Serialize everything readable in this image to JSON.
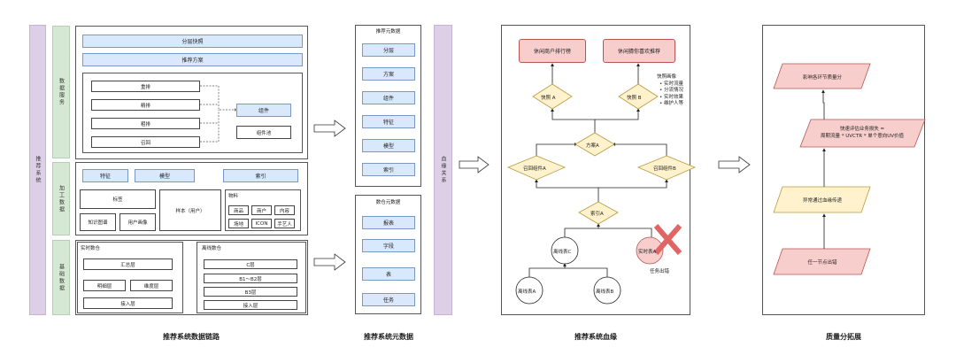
{
  "panel1": {
    "sidebar": "推荐系统",
    "sections": {
      "data_service": "数据服务",
      "processing": "加工数据",
      "base": "基础数据"
    },
    "strategy_snapshot": "分层快照",
    "recommend_plan": "推荐方案",
    "layers": {
      "rerank": "重排",
      "fine": "精排",
      "coarse": "粗排",
      "recall": "召回"
    },
    "component": "组件",
    "component_pool": "组件池",
    "feature": "特征",
    "model": "模型",
    "index": "索引",
    "label": "标签",
    "knowledge_graph": "知识图谱",
    "user_profile": "用户画像",
    "sample": "样本（用户）",
    "material": "物料",
    "material_items": [
      "商品",
      "商户",
      "内容",
      "场地",
      "ICON",
      "手艺人"
    ],
    "realtime": {
      "title": "实时数仓",
      "summary": "汇总层",
      "detail": "明细层",
      "dim": "维度层",
      "access": "接入层"
    },
    "offline": {
      "title": "离线数仓",
      "c": "C层",
      "b": "B1～B2层",
      "b3": "B3层",
      "access": "接入层"
    },
    "caption": "推荐系统数据链路"
  },
  "panel2": {
    "top_title": "推荐元数据",
    "top_items": [
      "分层",
      "方案",
      "组件",
      "特征",
      "模型",
      "索引"
    ],
    "bottom_title": "数仓元数据",
    "bottom_items": [
      "报表",
      "字段",
      "表",
      "任务"
    ],
    "caption": "推荐系统元数据"
  },
  "panel3": {
    "sidebar": "血缘关系",
    "rank_top": "休闲商户排行榜",
    "rank_right": "休闲猜你喜欢推荐",
    "snapshot_a": "快照 A",
    "snapshot_b": "快照 B",
    "snapshot_title": "快照画像",
    "snapshot_items": [
      "实时流量",
      "分流情况",
      "实时效果",
      "维护人等"
    ],
    "plan_a": "方案A",
    "recall_a": "召回组件A",
    "recall_b": "召回组件B",
    "index_a": "索引A",
    "offline_c": "离线表C",
    "realtime_a": "实时表A",
    "task_failed": "任务出错",
    "offline_a": "离线表A",
    "offline_b": "离线表B",
    "caption": "推荐系统血缘"
  },
  "panel4": {
    "impact": "影响各环节质量分",
    "formula_line1": "快速评估业务损失 =",
    "formula_line2": "周期流量 * UVCTR * 单个意向UV价值",
    "abnormal": "异常通过血缘传递",
    "node_error": "任一节点出错",
    "caption": "质量分拓展"
  },
  "colors": {
    "purple": "#ddd0e6",
    "green": "#d5e8d4",
    "blue": "#dae8fc",
    "yellow": "#fff2cc",
    "pink": "#f8cecc",
    "red_x": "#e06666"
  }
}
